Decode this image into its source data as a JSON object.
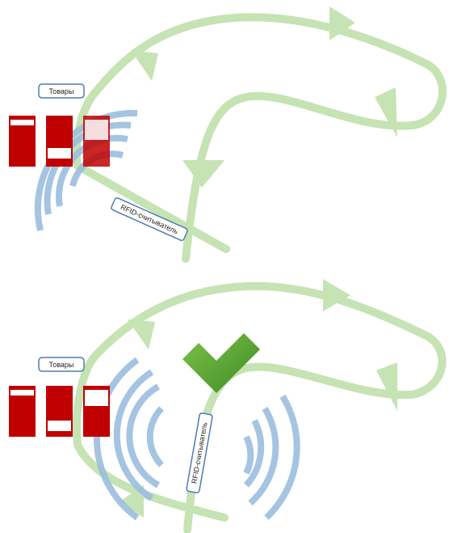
{
  "top_panel": {
    "goods_label": "Товары",
    "reader_label": "RFID-считыватель"
  },
  "bottom_panel": {
    "goods_label": "Товары",
    "reader_label": "RFID-считыватель",
    "success_icon": "checkmark-icon"
  },
  "colors": {
    "path": "#c6e3b3",
    "rfid_wave": "#9cbedf",
    "goods": "#c00000",
    "label_border": "#4f7bb3",
    "checkmark": "#5ca133"
  }
}
